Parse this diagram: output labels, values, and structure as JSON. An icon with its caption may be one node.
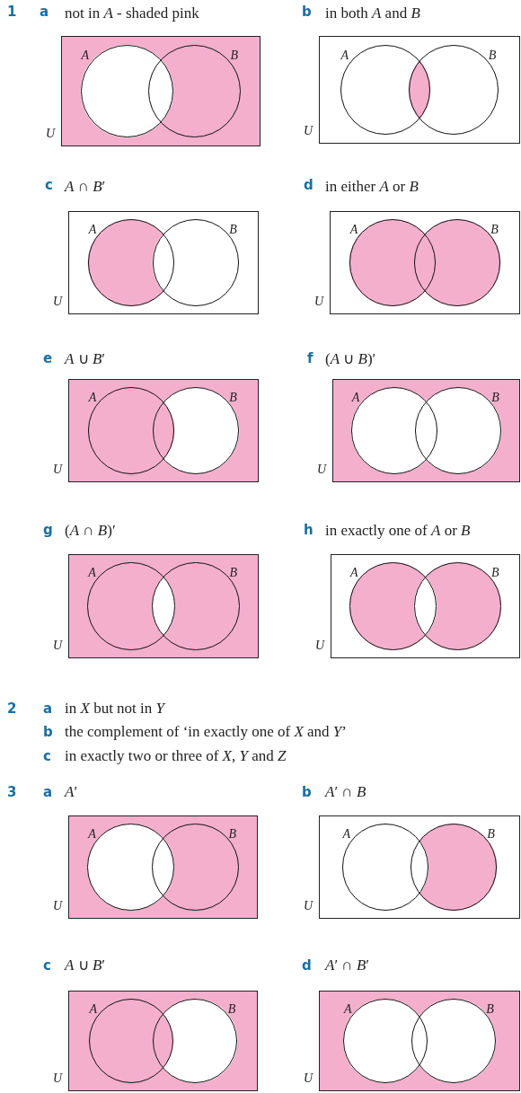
{
  "diagram": {
    "nodes": [
      {
        "text": [
          "U"
        ]
      },
      {
        "text": [
          "A"
        ],
        "in": 0
      },
      {
        "text": [
          "B"
        ],
        "in": 0
      },
      {
        "text": [
          "U"
        ]
      },
      {
        "text": [
          "A"
        ],
        "in": 3
      },
      {
        "text": [
          "B"
        ],
        "in": 3
      },
      {
        "text": [
          "U"
        ]
      },
      {
        "text": [
          "A"
        ],
        "in": 6
      },
      {
        "text": [
          "B"
        ],
        "in": 6
      },
      {
        "text": [
          "U"
        ]
      },
      {
        "text": [
          "A"
        ],
        "in": 9
      },
      {
        "text": [
          "B"
        ],
        "in": 9
      },
      {
        "text": [
          "U"
        ]
      },
      {
        "text": [
          "A"
        ],
        "in": 12
      },
      {
        "text": [
          "B"
        ],
        "in": 12
      },
      {
        "text": [
          "U"
        ]
      },
      {
        "text": [
          "A"
        ],
        "in": 15
      },
      {
        "text": [
          "B"
        ],
        "in": 15
      },
      {
        "text": [
          "U"
        ]
      },
      {
        "text": [
          "A"
        ],
        "in": 18
      },
      {
        "text": [
          "B"
        ],
        "in": 18
      },
      {
        "text": [
          "U"
        ]
      },
      {
        "text": [
          "A"
        ],
        "in": 21
      },
      {
        "text": [
          "B"
        ],
        "in": 21
      },
      {
        "text": [
          "U"
        ]
      },
      {
        "text": [
          "A"
        ],
        "in": 24
      },
      {
        "text": [
          "B"
        ],
        "in": 24
      },
      {
        "text": [
          "U"
        ]
      },
      {
        "text": [
          "A"
        ],
        "in": 27
      },
      {
        "text": [
          "B"
        ],
        "in": 27
      },
      {
        "text": [
          "U"
        ]
      },
      {
        "text": [
          "A"
        ],
        "in": 30
      },
      {
        "text": [
          "B"
        ],
        "in": 30
      },
      {
        "text": [
          "U"
        ]
      },
      {
        "text": [
          "A"
        ],
        "in": 33
      },
      {
        "text": [
          "B"
        ],
        "in": 33
      }
    ],
    "labels": [
      "1",
      "a",
      "not in *A* - shaded pink",
      "b",
      "in both *A* and *B*",
      "c",
      "*A* ∩ *B*′",
      "d",
      "in either *A* or *B*",
      "e",
      "*A* ∪ *B*′",
      "f",
      "(*A* ∪ *B*)′",
      "g",
      "(*A* ∩ *B*)′",
      "h",
      "in exactly one of *A* or *B*",
      "2",
      "a",
      "in *X* but not in *Y*",
      "b",
      "the complement of ‘in exactly one of *X* and *Y*’",
      "c",
      "in exactly two or three of *X*, *Y* and *Z*",
      "3",
      "a",
      "*A*′",
      "b",
      "*A*′ ∩ *B*",
      "c",
      "*A* ∪ *B*′",
      "d",
      "*A*′ ∩ *B*′"
    ]
  }
}
